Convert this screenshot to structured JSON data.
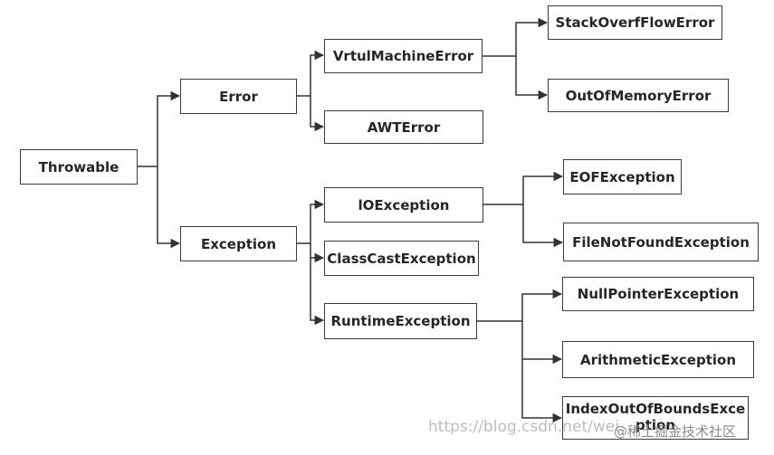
{
  "diagram": {
    "nodes": {
      "throwable": "Throwable",
      "error": "Error",
      "exception": "Exception",
      "vm_error": "VrtulMachineError",
      "awt_error": "AWTError",
      "stack_overflow": "StackOverfFlowError",
      "out_of_memory": "OutOfMemoryError",
      "io_exception": "lOException",
      "class_cast": "ClassCastException",
      "runtime": "RuntimeException",
      "eof": "EOFException",
      "file_not_found": "FileNotFoundException",
      "null_pointer": "NullPointerException",
      "arithmetic": "ArithmeticException",
      "index_out_of_bounds": "IndexOutOfBoundsExce\nption"
    }
  },
  "watermark": {
    "url": "https://blog.csdn.net/wei",
    "overlay": "@稀土掘金技术社区"
  }
}
